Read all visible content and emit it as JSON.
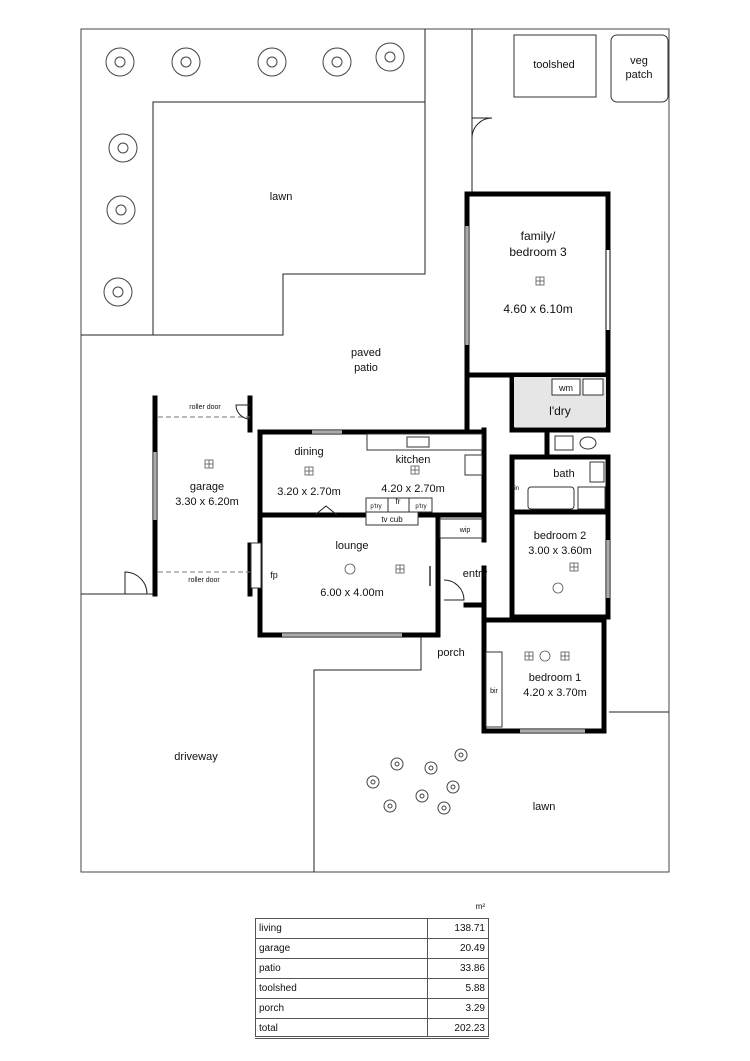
{
  "labels": {
    "toolshed": "toolshed",
    "veg_patch_1": "veg",
    "veg_patch_2": "patch",
    "lawn_rear": "lawn",
    "family_1": "family/",
    "family_2": "bedroom 3",
    "family_dim": "4.60 x 6.10m",
    "paved_1": "paved",
    "paved_2": "patio",
    "wm": "wm",
    "laundry": "l'dry",
    "roller_door_top": "roller door",
    "roller_door_bottom": "roller door",
    "garage": "garage",
    "garage_dim": "3.30 x 6.20m",
    "dining": "dining",
    "dining_dim": "3.20 x 2.70m",
    "kitchen": "kitchen",
    "kitchen_dim": "4.20 x 2.70m",
    "pantry_left": "p'try",
    "fr": "fr",
    "pantry_right": "p'try",
    "tv_cub": "tv cub",
    "bath": "bath",
    "lin": "lin",
    "wip": "wip",
    "bedroom2": "bedroom 2",
    "bedroom2_dim": "3.00 x 3.60m",
    "lounge": "lounge",
    "lounge_dim": "6.00 x 4.00m",
    "fp": "fp",
    "entry": "entry",
    "porch": "porch",
    "bedroom1": "bedroom 1",
    "bedroom1_dim": "4.20 x 3.70m",
    "bir": "bir",
    "driveway": "driveway",
    "lawn_front": "lawn"
  },
  "area_table": {
    "unit": "m²",
    "rows": [
      {
        "label": "living",
        "value": "138.71"
      },
      {
        "label": "garage",
        "value": "20.49"
      },
      {
        "label": "patio",
        "value": "33.86"
      },
      {
        "label": "toolshed",
        "value": "5.88"
      },
      {
        "label": "porch",
        "value": "3.29"
      }
    ],
    "total": {
      "label": "total",
      "value": "202.23"
    }
  }
}
